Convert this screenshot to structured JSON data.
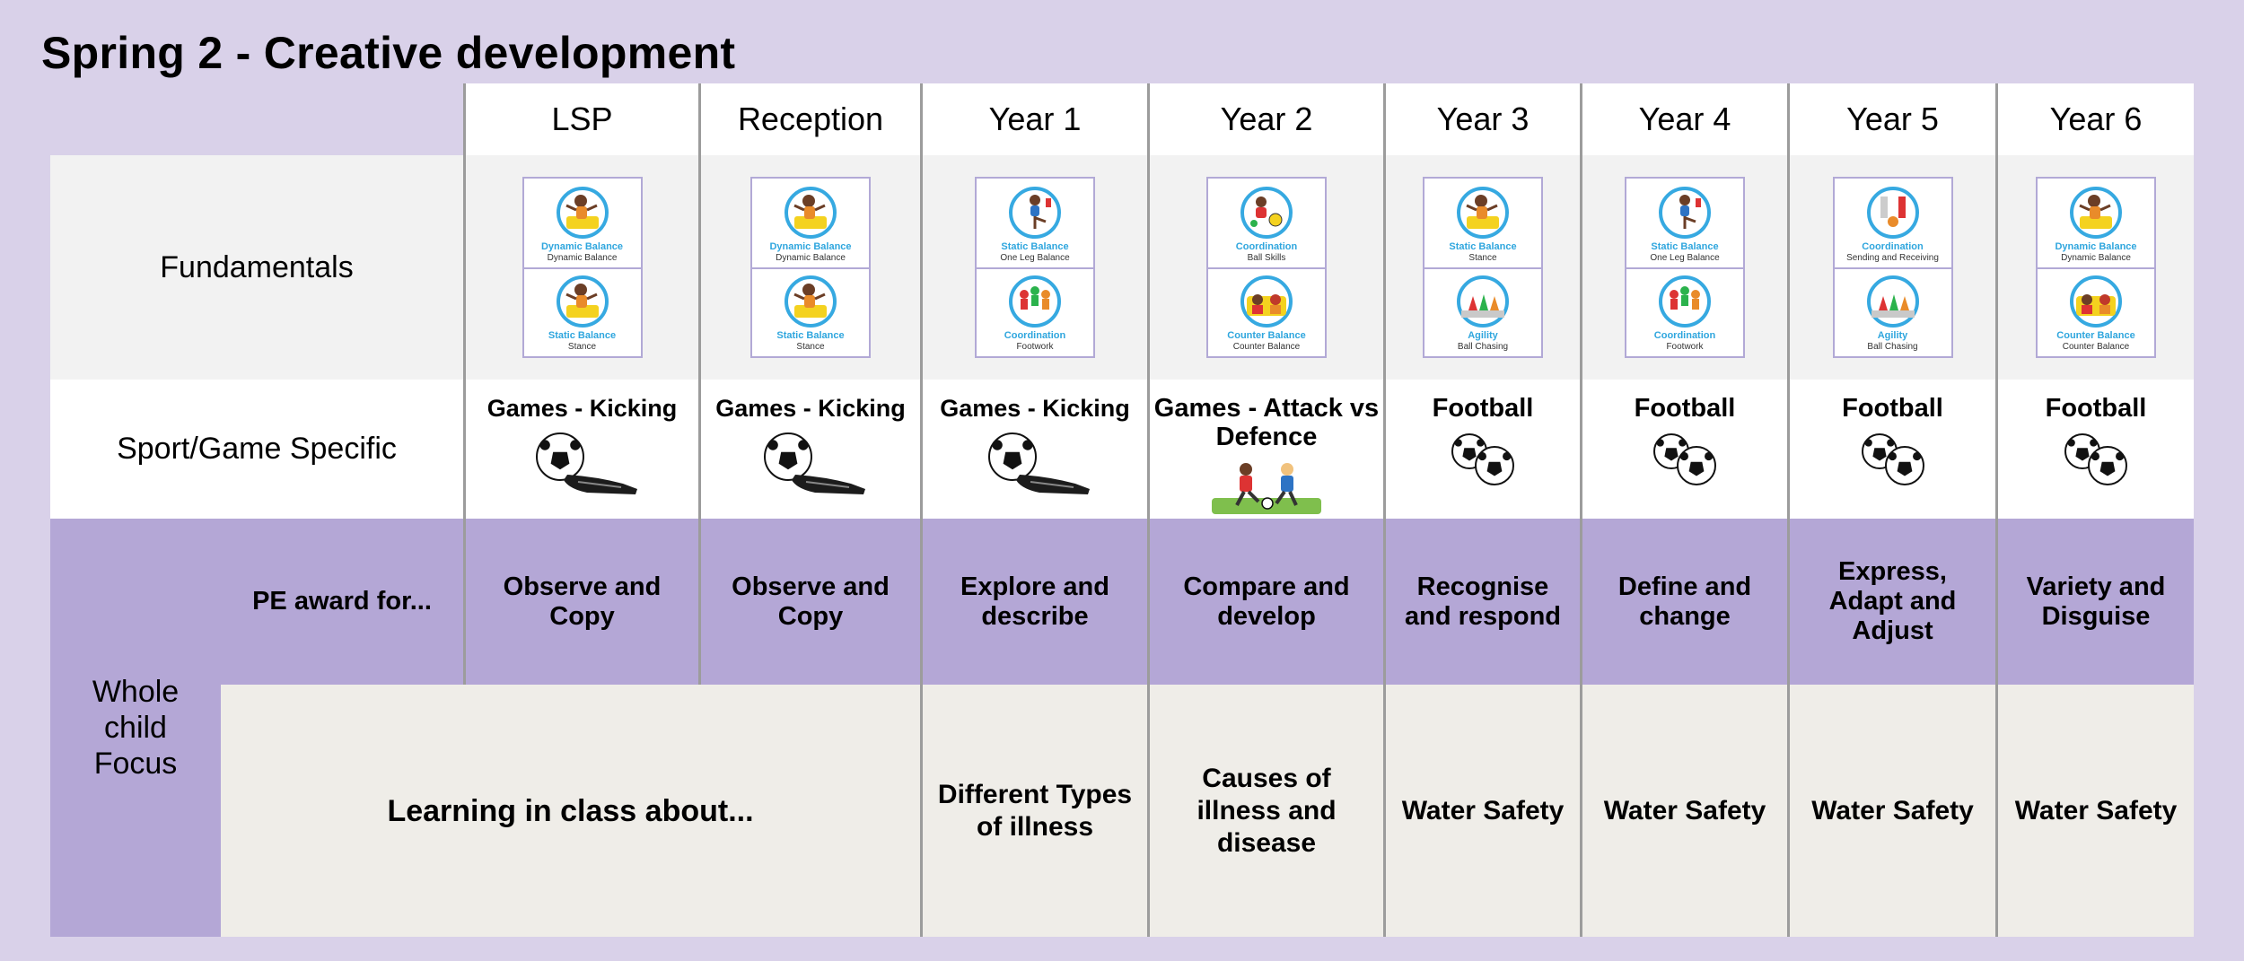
{
  "title": "Spring 2 - Creative development",
  "years": [
    "LSP",
    "Reception",
    "Year 1",
    "Year 2",
    "Year 3",
    "Year 4",
    "Year 5",
    "Year 6"
  ],
  "rows": {
    "fundamentals": "Fundamentals",
    "sport": "Sport/Game Specific",
    "whole_child": "Whole child Focus",
    "pe_award": "PE award for...",
    "learning": "Learning in class about..."
  },
  "fundamentals": [
    [
      {
        "name": "Dynamic Balance",
        "sub": "Dynamic Balance",
        "icon": "balancing-child-icon"
      },
      {
        "name": "Static Balance",
        "sub": "Stance",
        "icon": "balancing-child-icon"
      }
    ],
    [
      {
        "name": "Dynamic Balance",
        "sub": "Dynamic Balance",
        "icon": "balancing-child-icon"
      },
      {
        "name": "Static Balance",
        "sub": "Stance",
        "icon": "balancing-child-icon"
      }
    ],
    [
      {
        "name": "Static Balance",
        "sub": "One Leg Balance",
        "icon": "one-leg-child-icon"
      },
      {
        "name": "Coordination",
        "sub": "Footwork",
        "icon": "group-children-icon"
      }
    ],
    [
      {
        "name": "Coordination",
        "sub": "Ball Skills",
        "icon": "ball-skills-child-icon"
      },
      {
        "name": "Counter Balance",
        "sub": "Counter Balance",
        "icon": "counter-balance-children-icon"
      }
    ],
    [
      {
        "name": "Static Balance",
        "sub": "Stance",
        "icon": "balancing-child-icon"
      },
      {
        "name": "Agility",
        "sub": "Ball Chasing",
        "icon": "cones-icon"
      }
    ],
    [
      {
        "name": "Static Balance",
        "sub": "One Leg Balance",
        "icon": "one-leg-child-icon"
      },
      {
        "name": "Coordination",
        "sub": "Footwork",
        "icon": "group-children-icon"
      }
    ],
    [
      {
        "name": "Coordination",
        "sub": "Sending and Receiving",
        "icon": "sending-receiving-icon"
      },
      {
        "name": "Agility",
        "sub": "Ball Chasing",
        "icon": "cones-icon"
      }
    ],
    [
      {
        "name": "Dynamic Balance",
        "sub": "Dynamic Balance",
        "icon": "balancing-child-icon"
      },
      {
        "name": "Counter Balance",
        "sub": "Counter Balance",
        "icon": "counter-balance-children-icon"
      }
    ]
  ],
  "sports": [
    {
      "name": "Games - Kicking",
      "icon": "kicking-ball-icon"
    },
    {
      "name": "Games - Kicking",
      "icon": "kicking-ball-icon"
    },
    {
      "name": "Games - Kicking",
      "icon": "kicking-ball-icon"
    },
    {
      "name": "Games - Attack vs Defence",
      "icon": "football-players-icon"
    },
    {
      "name": "Football",
      "icon": "footballs-icon"
    },
    {
      "name": "Football",
      "icon": "footballs-icon"
    },
    {
      "name": "Football",
      "icon": "footballs-icon"
    },
    {
      "name": "Football",
      "icon": "footballs-icon"
    }
  ],
  "awards": [
    "Observe and Copy",
    "Observe and Copy",
    "Explore and describe",
    "Compare and develop",
    "Recognise and respond",
    "Define and change",
    "Express, Adapt and Adjust",
    "Variety and Disguise"
  ],
  "learning": [
    "Different Types of illness",
    "Causes of illness and disease",
    "Water Safety",
    "Water Safety",
    "Water Safety",
    "Water Safety"
  ],
  "colors": {
    "background": "#d9d1e9",
    "purple": "#b4a7d6",
    "beige": "#efede8",
    "card_border": "#b2a9d6",
    "card_label": "#2fa6de"
  }
}
